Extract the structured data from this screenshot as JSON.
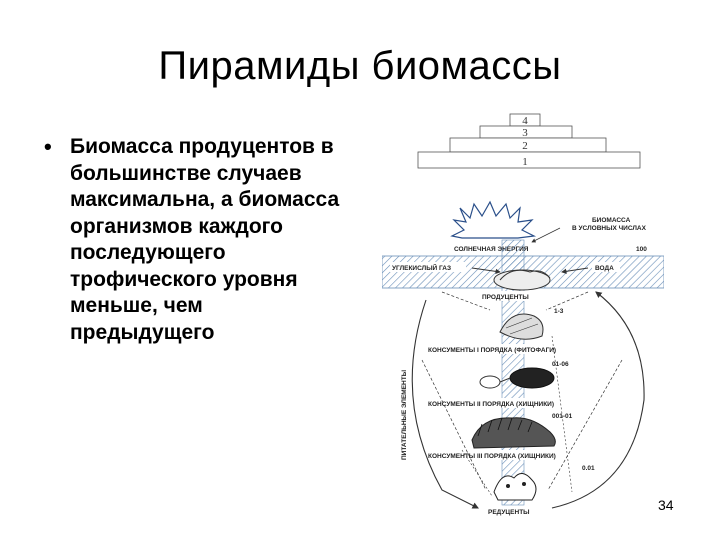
{
  "slide": {
    "title": "Пирамиды биомассы",
    "bullet": "Биомасса продуцентов в большинстве случаев максимальна, а биомасса организмов каждого последующего трофического уровня меньше, чем предыдущего",
    "page_number": "34"
  },
  "figure": {
    "pyramid_levels": [
      "4",
      "3",
      "2",
      "1"
    ],
    "labels": {
      "biomass": "БИОМАССА",
      "biomass_units": "В УСЛОВНЫХ ЧИСЛАХ",
      "solar_energy": "СОЛНЕЧНАЯ ЭНЕРГИЯ",
      "carbon_dioxide": "УГЛЕКИСЛЫЙ ГАЗ",
      "water": "ВОДА",
      "producers": "ПРОДУЦЕНТЫ",
      "consumers_1": "КОНСУМЕНТЫ I ПОРЯДКА (ФИТОФАГИ)",
      "consumers_2": "КОНСУМЕНТЫ II ПОРЯДКА (ХИЩНИКИ)",
      "consumers_3": "КОНСУМЕНТЫ III ПОРЯДКА (ХИЩНИКИ)",
      "reducers": "РЕДУЦЕНТЫ",
      "nutrients": "ПИТАТЕЛЬНЫЕ ЭЛЕМЕНТЫ"
    },
    "values": {
      "solar": "100",
      "producers": "1-3",
      "consumers_1": "01-06",
      "consumers_2": "001-01",
      "consumers_3": "0.01"
    },
    "colors": {
      "hatch": "#6a8fb8",
      "line": "#333333"
    }
  }
}
